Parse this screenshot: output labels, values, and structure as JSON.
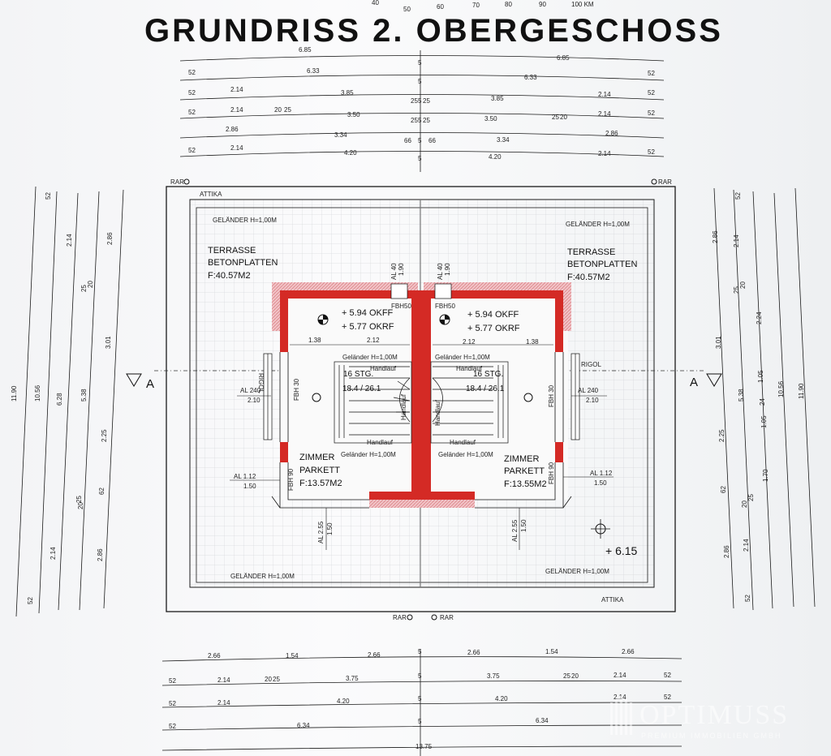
{
  "title": "GRUNDRISS 2. OBERGESCHOSS",
  "top_scale": [
    "40",
    "50",
    "60",
    "70",
    "80",
    "90",
    "100 KM"
  ],
  "top_dims": {
    "row1": [
      "6.85",
      "5",
      "6.85"
    ],
    "row2": [
      "52",
      "6.33",
      "5",
      "6.33",
      "52"
    ],
    "row3": [
      "52",
      "2.14",
      "3.85",
      "25",
      "5",
      "25",
      "3.85",
      "2.14",
      "52"
    ],
    "row4": [
      "52",
      "2.14",
      "20",
      "25",
      "3.50",
      "25",
      "5",
      "25",
      "3.50",
      "25",
      "20",
      "2.14",
      "52"
    ],
    "row5": [
      "2.86",
      "3.34",
      "66",
      "5",
      "66",
      "3.34",
      "2.86"
    ],
    "row6": [
      "52",
      "2.14",
      "4.20",
      "5",
      "4.20",
      "2.14",
      "52"
    ]
  },
  "bottom_dims": {
    "row1": [
      "2.66",
      "1.54",
      "2.66",
      "5",
      "2.66",
      "1.54",
      "2.66"
    ],
    "row2": [
      "52",
      "2.14",
      "20",
      "25",
      "3.75",
      "5",
      "3.75",
      "25",
      "20",
      "2.14",
      "52"
    ],
    "row3": [
      "52",
      "2.14",
      "4.20",
      "5",
      "4.20",
      "2.14",
      "52"
    ],
    "row4": [
      "52",
      "6.34",
      "5",
      "6.34"
    ],
    "row5": [
      "13.75"
    ]
  },
  "left_dims": [
    "11.90",
    "10.56",
    "6.28",
    "5.38",
    "2.86",
    "52",
    "2.14",
    "25",
    "20",
    "3.01",
    "2.25",
    "62",
    "20",
    "25",
    "2.14",
    "2.86",
    "52"
  ],
  "right_dims": [
    "2.86",
    "52",
    "2.14",
    "25",
    "20",
    "3.01",
    "2.24",
    "1.05",
    "24",
    "1.05",
    "5.38",
    "10.56",
    "11.90",
    "2.25",
    "62",
    "20",
    "25",
    "1.70",
    "2.14",
    "2.86",
    "52"
  ],
  "labels": {
    "rar": "RAR",
    "attika": "ATTIKA",
    "gelaender": "GELÄNDER H=1,00M",
    "gelaender_stair": "Geländer H=1,00M",
    "terrasse": "TERRASSE",
    "betonplatten": "BETONPLATTEN",
    "terrasse_area": "F:40.57M2",
    "zimmer": "ZIMMER",
    "parkett": "PARKETT",
    "zimmer_area_left": "F:13.57M2",
    "zimmer_area_right": "F:13.55M2",
    "okff": "+ 5.94 OKFF",
    "okrf": "+ 5.77 OKRF",
    "section": "A",
    "level": "+ 6.15",
    "rigol": "RIGOL",
    "handlauf": "Handlauf",
    "stairs_steps": "16 STG.",
    "stairs_dims": "18.4 / 26.1",
    "al240": "AL 240",
    "h210": "2.10",
    "al112": "AL 1.12",
    "h150": "1.50",
    "fbh90": "FBH 90",
    "fbh30": "FBH 30",
    "fbh50": "FBH50",
    "al40": "AL 40",
    "h190": "1.90",
    "al255": "AL 2.55",
    "w212": "2.12",
    "w138": "1.38"
  },
  "watermark": {
    "name": "OPTIMUSS",
    "tagline": "PREMIUM IMMOBILIEN GMBH"
  },
  "colors": {
    "wall": "#d42a25",
    "wall_hatch": "#e89aa0",
    "line": "#1a1a1a"
  }
}
